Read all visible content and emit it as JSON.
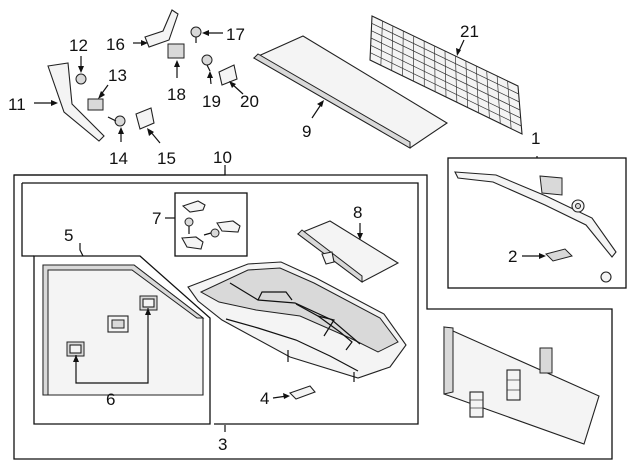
{
  "callouts": {
    "c1": "1",
    "c2": "2",
    "c3": "3",
    "c4": "4",
    "c5": "5",
    "c6": "6",
    "c7": "7",
    "c8": "8",
    "c9": "9",
    "c10": "10",
    "c11": "11",
    "c12": "12",
    "c13": "13",
    "c14": "14",
    "c15": "15",
    "c16": "16",
    "c17": "17",
    "c18": "18",
    "c19": "19",
    "c20": "20",
    "c21": "21"
  },
  "colors": {
    "line": "#111111",
    "part_fill": "#f4f4f4",
    "part_shade": "#d9d9d9",
    "background": "#ffffff"
  }
}
